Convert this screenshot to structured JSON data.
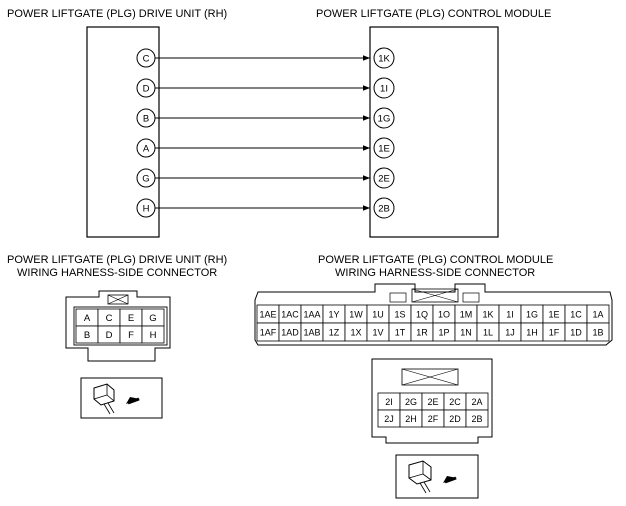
{
  "top": {
    "left_title": "POWER LIFTGATE (PLG) DRIVE UNIT (RH)",
    "right_title": "POWER LIFTGATE (PLG) CONTROL MODULE",
    "wires": [
      {
        "drive": "C",
        "module": "1K"
      },
      {
        "drive": "D",
        "module": "1I"
      },
      {
        "drive": "B",
        "module": "1G"
      },
      {
        "drive": "A",
        "module": "1E"
      },
      {
        "drive": "G",
        "module": "2E"
      },
      {
        "drive": "H",
        "module": "2B"
      }
    ]
  },
  "drive_connector": {
    "title_line1": "POWER LIFTGATE (PLG) DRIVE UNIT (RH)",
    "title_line2": "WIRING HARNESS-SIDE CONNECTOR",
    "row1": [
      "A",
      "C",
      "E",
      "G"
    ],
    "row2": [
      "B",
      "D",
      "F",
      "H"
    ]
  },
  "module_connector": {
    "title_line1": "POWER LIFTGATE (PLG) CONTROL MODULE",
    "title_line2": "WIRING HARNESS-SIDE CONNECTOR",
    "row1": [
      "1AE",
      "1AC",
      "1AA",
      "1Y",
      "1W",
      "1U",
      "1S",
      "1Q",
      "1O",
      "1M",
      "1K",
      "1I",
      "1G",
      "1E",
      "1C",
      "1A"
    ],
    "row2": [
      "1AF",
      "1AD",
      "1AB",
      "1Z",
      "1X",
      "1V",
      "1T",
      "1R",
      "1P",
      "1N",
      "1L",
      "1J",
      "1H",
      "1F",
      "1D",
      "1B"
    ],
    "sub_row1": [
      "2I",
      "2G",
      "2E",
      "2C",
      "2A"
    ],
    "sub_row2": [
      "2J",
      "2H",
      "2F",
      "2D",
      "2B"
    ]
  }
}
